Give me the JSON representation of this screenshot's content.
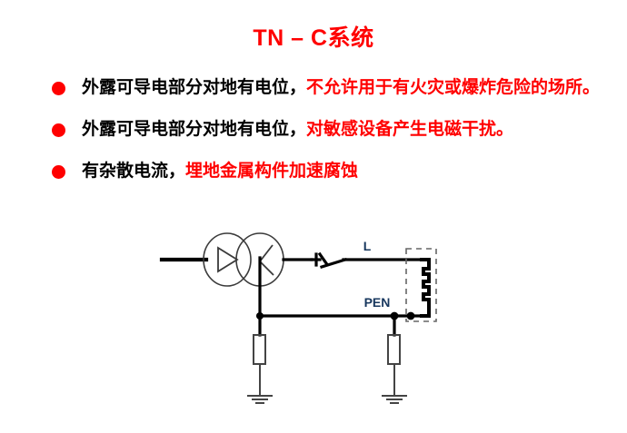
{
  "title": "TN – C系统",
  "title_color": "#FF0000",
  "bullets": [
    {
      "marker": "filled-circle",
      "marker_color": "#FF0000",
      "segments": [
        {
          "text": "外露可导电部分对地有电位，",
          "color": "#000000"
        },
        {
          "text": "不允许用于有火灾或爆炸危险的场所。",
          "color": "#FF0000"
        }
      ]
    },
    {
      "marker": "filled-circle",
      "marker_color": "#FF0000",
      "segments": [
        {
          "text": "外露可导电部分对地有电位，",
          "color": "#000000"
        },
        {
          "text": "对敏感设备产生电磁干扰。",
          "color": "#FF0000"
        }
      ]
    },
    {
      "marker": "filled-circle",
      "marker_color": "#FF0000",
      "segments": [
        {
          "text": "有杂散电流，",
          "color": "#000000"
        },
        {
          "text": "埋地金属构件加速腐蚀",
          "color": "#FF0000"
        }
      ]
    }
  ],
  "diagram": {
    "name": "tn-c-system-circuit",
    "label_color": "#17375E",
    "labels": {
      "line_conductor": "L",
      "pen_conductor": "PEN"
    },
    "components": [
      "incoming-supply-line",
      "delta-winding",
      "wye-winding",
      "switch",
      "load-coil",
      "load-enclosure-dashed-box",
      "source-earth-electrode",
      "pen-earth-electrode",
      "junction-dots"
    ]
  }
}
